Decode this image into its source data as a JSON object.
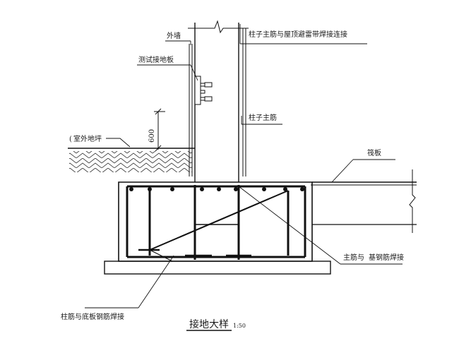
{
  "labels": {
    "exterior_wall": "外墙",
    "column_bar_to_roof": "柱子主筋与屋顶避雷带焊接连接",
    "test_plate": "测试接地板",
    "outdoor_ground": "室外地坪",
    "column_main_bar": "柱子主筋",
    "raft_slab": "筏板",
    "main_bar_weld": "主筋与",
    "foundation_rebar_weld": "基钢筋焊接",
    "column_bar_to_slab": "柱筋与底板钢筋焊接"
  },
  "dimension": {
    "value": "600"
  },
  "title": {
    "text": "接地大样",
    "scale": "1:50"
  }
}
